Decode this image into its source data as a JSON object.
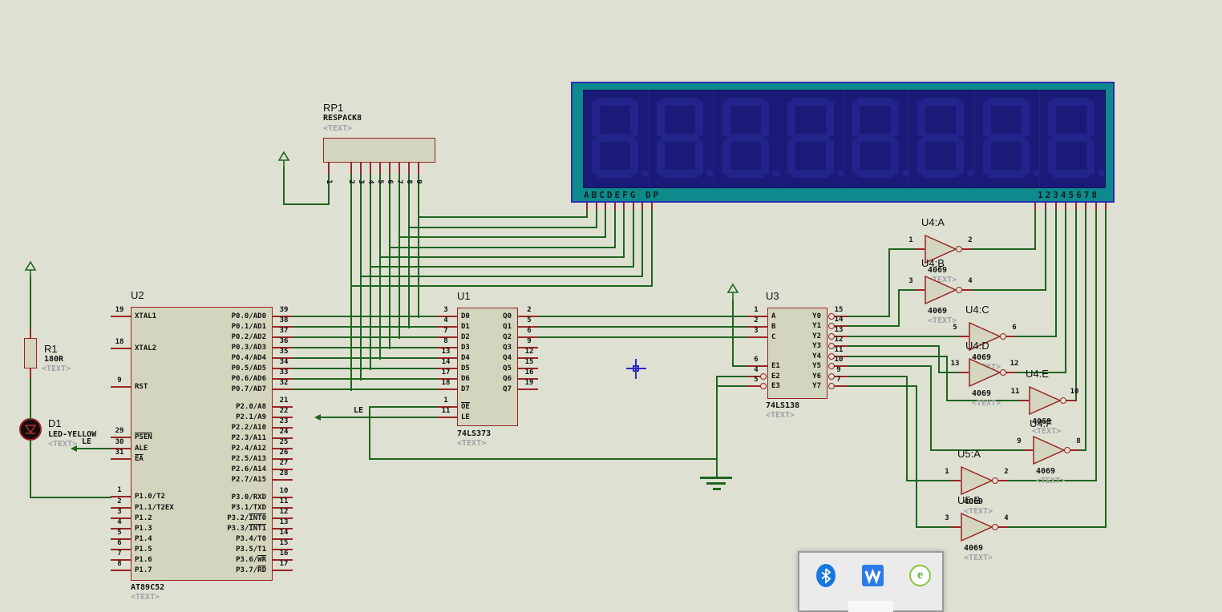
{
  "display": {
    "segment_row_label": "ABCDEFG DP",
    "digit_row_label": "12345678"
  },
  "rp1": {
    "ref": "RP1",
    "value": "RESPACK8",
    "placeholder": "<TEXT>",
    "pins": [
      "1",
      "2",
      "3",
      "4",
      "5",
      "6",
      "7",
      "8",
      "9"
    ]
  },
  "u2": {
    "ref": "U2",
    "value": "AT89C52",
    "placeholder": "<TEXT>",
    "left_pins": [
      {
        "num": "19",
        "name": "XTAL1"
      },
      {
        "num": "18",
        "name": "XTAL2"
      },
      {
        "num": "9",
        "name": "RST"
      },
      {
        "num": "29",
        "bar": "PSEN"
      },
      {
        "num": "30",
        "name": "ALE"
      },
      {
        "num": "31",
        "bar": "EA"
      },
      {
        "num": "1",
        "name": "P1.0/T2"
      },
      {
        "num": "2",
        "name": "P1.1/T2EX"
      },
      {
        "num": "3",
        "name": "P1.2"
      },
      {
        "num": "4",
        "name": "P1.3"
      },
      {
        "num": "5",
        "name": "P1.4"
      },
      {
        "num": "6",
        "name": "P1.5"
      },
      {
        "num": "7",
        "name": "P1.6"
      },
      {
        "num": "8",
        "name": "P1.7"
      }
    ],
    "right_pins": [
      {
        "num": "39",
        "name": "P0.0/AD0"
      },
      {
        "num": "38",
        "name": "P0.1/AD1"
      },
      {
        "num": "37",
        "name": "P0.2/AD2"
      },
      {
        "num": "36",
        "name": "P0.3/AD3"
      },
      {
        "num": "35",
        "name": "P0.4/AD4"
      },
      {
        "num": "34",
        "name": "P0.5/AD5"
      },
      {
        "num": "33",
        "name": "P0.6/AD6"
      },
      {
        "num": "32",
        "name": "P0.7/AD7"
      },
      {
        "num": "21",
        "name": "P2.0/A8"
      },
      {
        "num": "22",
        "name": "P2.1/A9"
      },
      {
        "num": "23",
        "name": "P2.2/A10"
      },
      {
        "num": "24",
        "name": "P2.3/A11"
      },
      {
        "num": "25",
        "name": "P2.4/A12"
      },
      {
        "num": "26",
        "name": "P2.5/A13"
      },
      {
        "num": "27",
        "name": "P2.6/A14"
      },
      {
        "num": "28",
        "name": "P2.7/A15"
      },
      {
        "num": "10",
        "name": "P3.0/RXD"
      },
      {
        "num": "11",
        "name": "P3.1/TXD"
      },
      {
        "num": "12",
        "name": "P3.2/",
        "bar": "INT0"
      },
      {
        "num": "13",
        "name": "P3.3/",
        "bar": "INT1"
      },
      {
        "num": "14",
        "name": "P3.4/T0"
      },
      {
        "num": "15",
        "name": "P3.5/T1"
      },
      {
        "num": "16",
        "name": "P3.6/",
        "bar": "WR"
      },
      {
        "num": "17",
        "name": "P3.7/",
        "bar": "RD"
      }
    ]
  },
  "u1": {
    "ref": "U1",
    "value": "74LS373",
    "placeholder": "<TEXT>",
    "left_pins": [
      {
        "num": "3",
        "name": "D0"
      },
      {
        "num": "4",
        "name": "D1"
      },
      {
        "num": "7",
        "name": "D2"
      },
      {
        "num": "8",
        "name": "D3"
      },
      {
        "num": "13",
        "name": "D4"
      },
      {
        "num": "14",
        "name": "D5"
      },
      {
        "num": "17",
        "name": "D6"
      },
      {
        "num": "18",
        "name": "D7"
      },
      {
        "num": "1",
        "bar": "OE"
      },
      {
        "num": "11",
        "name": "LE"
      }
    ],
    "right_pins": [
      {
        "num": "2",
        "name": "Q0"
      },
      {
        "num": "5",
        "name": "Q1"
      },
      {
        "num": "6",
        "name": "Q2"
      },
      {
        "num": "9",
        "name": "Q3"
      },
      {
        "num": "12",
        "name": "Q4"
      },
      {
        "num": "15",
        "name": "Q5"
      },
      {
        "num": "16",
        "name": "Q6"
      },
      {
        "num": "19",
        "name": "Q7"
      }
    ]
  },
  "u3": {
    "ref": "U3",
    "value": "74LS138",
    "placeholder": "<TEXT>",
    "left_pins": [
      {
        "num": "1",
        "name": "A"
      },
      {
        "num": "2",
        "name": "B"
      },
      {
        "num": "3",
        "name": "C"
      },
      {
        "num": "6",
        "name": "E1"
      },
      {
        "num": "4",
        "name": "E2"
      },
      {
        "num": "5",
        "name": "E3"
      }
    ],
    "right_pins": [
      {
        "num": "15",
        "name": "Y0"
      },
      {
        "num": "14",
        "name": "Y1"
      },
      {
        "num": "13",
        "name": "Y2"
      },
      {
        "num": "12",
        "name": "Y3"
      },
      {
        "num": "11",
        "name": "Y4"
      },
      {
        "num": "10",
        "name": "Y5"
      },
      {
        "num": "9",
        "name": "Y6"
      },
      {
        "num": "7",
        "name": "Y7"
      }
    ]
  },
  "gates": [
    {
      "ref": "U4:A",
      "value": "4069",
      "placeholder": "<TEXT>",
      "in": "1",
      "out": "2"
    },
    {
      "ref": "U4:B",
      "value": "4069",
      "placeholder": "<TEXT>",
      "in": "3",
      "out": "4"
    },
    {
      "ref": "U4:C",
      "value": "4069",
      "placeholder": "<TEXT>",
      "in": "5",
      "out": "6"
    },
    {
      "ref": "U4:D",
      "value": "4069",
      "placeholder": "<TEXT>",
      "in": "13",
      "out": "12"
    },
    {
      "ref": "U4:E",
      "value": "4069",
      "placeholder": "<TEXT>",
      "in": "11",
      "out": "10"
    },
    {
      "ref": "U4:F",
      "value": "4069",
      "placeholder": "<TEXT>",
      "in": "9",
      "out": "8"
    },
    {
      "ref": "U5:A",
      "value": "4069",
      "placeholder": "<TEXT>",
      "in": "1",
      "out": "2"
    },
    {
      "ref": "U5:B",
      "value": "4069",
      "placeholder": "<TEXT>",
      "in": "3",
      "out": "4"
    }
  ],
  "r1": {
    "ref": "R1",
    "value": "180R",
    "placeholder": "<TEXT>"
  },
  "d1": {
    "ref": "D1",
    "value": "LED-YELLOW",
    "placeholder": "<TEXT>"
  },
  "net_labels": {
    "ale": "LE",
    "latch": "LE"
  },
  "dock": {
    "icons": [
      {
        "name": "bluetooth-icon"
      },
      {
        "name": "waveform-icon"
      },
      {
        "name": "green-e-browser-icon"
      }
    ]
  }
}
